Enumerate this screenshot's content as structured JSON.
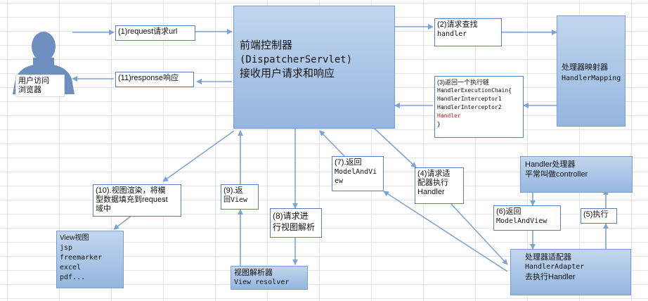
{
  "user": {
    "text": [
      "用户访问",
      "浏览器"
    ]
  },
  "dispatcher": {
    "lines": [
      "前端控制器",
      "(DispatcherServlet)",
      "接收用户请求和响应"
    ]
  },
  "handler_mapping": {
    "lines": [
      "处理器映射器",
      "HandlerMapping"
    ]
  },
  "handler": {
    "lines": [
      "Handler处理器",
      "平常叫做controller"
    ]
  },
  "handler_adapter": {
    "lines": [
      "处理器适配器",
      "HandlerAdapter",
      "去执行Handler"
    ]
  },
  "view_resolver": {
    "lines": [
      "视图解析器",
      "View resolver"
    ]
  },
  "view": {
    "lines": [
      "View视图",
      "jsp",
      "freemarker",
      "excel",
      "pdf..."
    ]
  },
  "steps": {
    "s1": [
      "(1)request请求url"
    ],
    "s2": [
      "(2)请求查找",
      "handler"
    ],
    "s3": [
      "(3)返回一个执行链",
      "HandlerExecutionChain{",
      " HandlerInterceptor1",
      " HandlerInterceptor2",
      " Handler",
      "}"
    ],
    "s4": [
      "(4)请求适",
      "配器执行",
      "Handler"
    ],
    "s5": [
      "(5)执行"
    ],
    "s6": [
      "(6)返回",
      "ModelAndView"
    ],
    "s7": [
      "(7).返回",
      "ModelAndVi",
      "ew"
    ],
    "s8": [
      "(8)请求进",
      "行视图解析"
    ],
    "s9": [
      "(9).返",
      "回View"
    ],
    "s10": [
      "(10).视图渲染，将模",
      "型数据填充到request",
      "域中"
    ],
    "s11": [
      "(11)response响应"
    ]
  },
  "colors": {
    "box_fill": "#a9c4e8",
    "arrow": "#7fa3d0",
    "label_border": "#5a7eb8",
    "highlight": "#d01818"
  }
}
